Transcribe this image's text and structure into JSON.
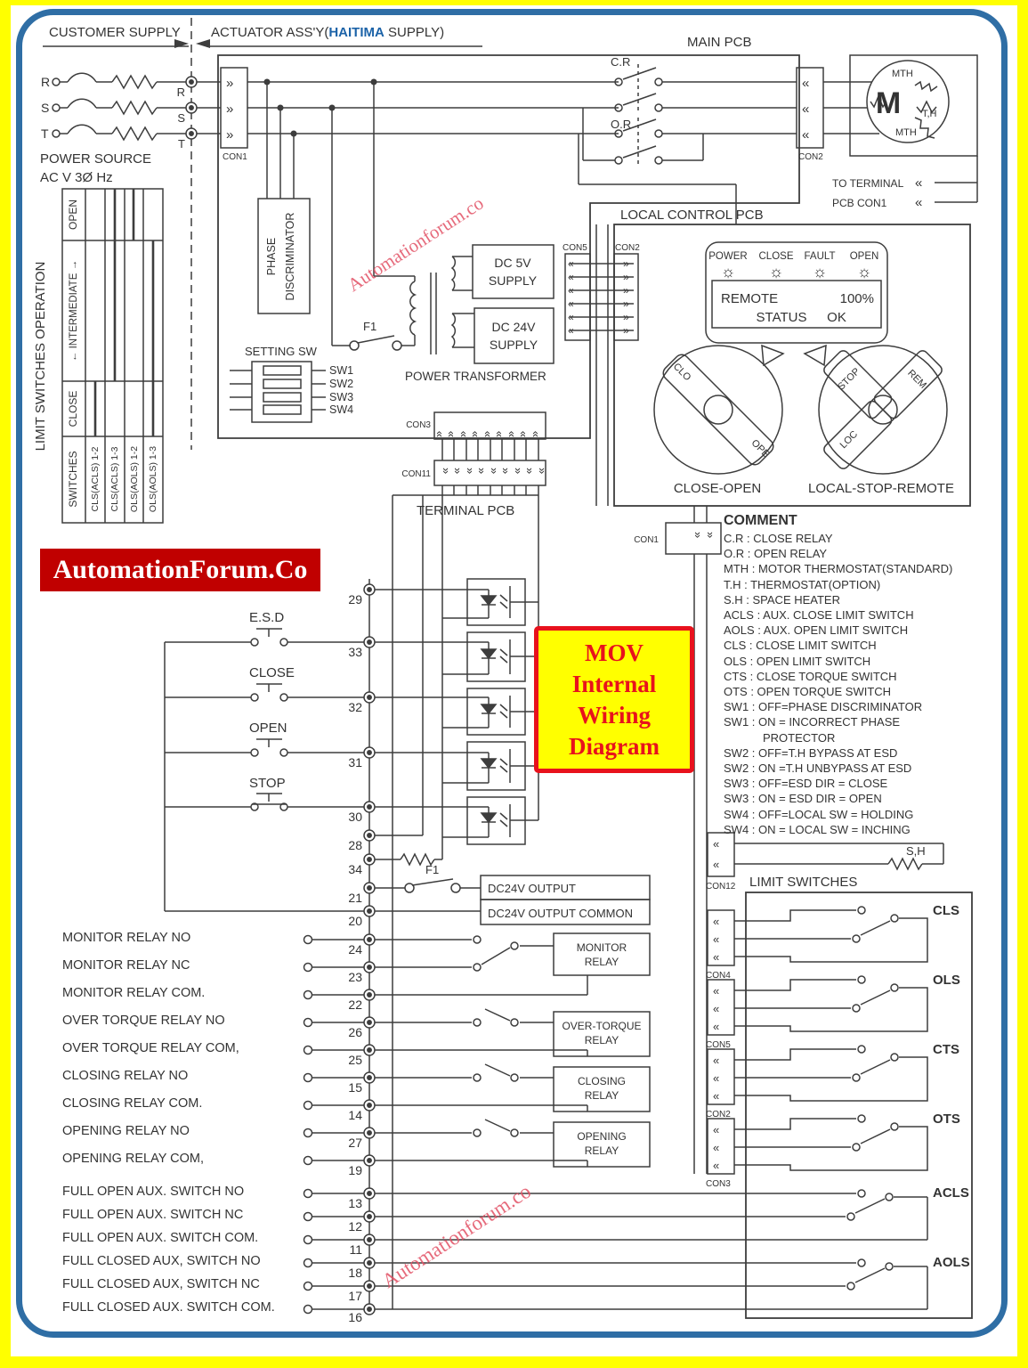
{
  "colors": {
    "frame_yellow": "#ffff00",
    "border_blue": "#2f6ea5",
    "brand_blue": "#1c63a8",
    "logo_red": "#c00000",
    "mov_red": "#e8121c",
    "watermark_pink": "#e4607a",
    "line_gray": "#3d3d3d"
  },
  "header": {
    "customer_supply": "CUSTOMER SUPPLY",
    "actuator_prefix": "ACTUATOR ASS'Y(",
    "brand": "HAITIMA",
    "actuator_suffix": " SUPPLY)"
  },
  "power_source": {
    "line1": "POWER SOURCE",
    "line2": "AC    V 3Ø  Hz"
  },
  "phases": {
    "r": "R",
    "s": "S",
    "t": "T"
  },
  "glyphs": {
    "chev_left": "«",
    "chev_right": "»",
    "led": "☼"
  },
  "main_pcb": {
    "title": "MAIN PCB",
    "con1": "CON1",
    "con2": "CON2",
    "cr": "C.R",
    "or": "O.R",
    "motor": "M",
    "mth_top": "MTH",
    "th": "T,H",
    "mth_bottom": "MTH",
    "to_terminal_1": "TO TERMINAL",
    "to_terminal_2": "PCB CON1",
    "phase_disc_1": "PHASE",
    "phase_disc_2": "DISCRIMINATOR",
    "f1": "F1",
    "setting_sw": "SETTING SW",
    "sw": [
      "SW1",
      "SW2",
      "SW3",
      "SW4"
    ],
    "dc5_1": "DC 5V",
    "dc5_2": "SUPPLY",
    "dc24_1": "DC 24V",
    "dc24_2": "SUPPLY",
    "power_transformer": "POWER TRANSFORMER",
    "con5": "CON5",
    "con3": "CON3"
  },
  "limit_table": {
    "title": "LIMIT SWITCHES OPERATION",
    "col_header": "SWITCHES",
    "state_open": "OPEN",
    "state_intermediate": "← INTERMEDIATE →",
    "state_close": "CLOSE",
    "switches": [
      "CLS(ACLS) 1-2",
      "CLS(ACLS) 1-3",
      "OLS(AOLS) 1-2",
      "OLS(AOLS) 1-3"
    ]
  },
  "local_pcb": {
    "title": "LOCAL CONTROL PCB",
    "con2": "CON2",
    "con1": "CON1",
    "leds": [
      "POWER",
      "CLOSE",
      "FAULT",
      "OPEN"
    ],
    "display": {
      "mode": "REMOTE",
      "percent": "100%",
      "status_label": "STATUS",
      "status_value": "OK"
    },
    "knob_close_open": {
      "label": "CLOSE-OPEN",
      "pos_a": "CLO",
      "pos_b": "OPE"
    },
    "knob_selector": {
      "label": "LOCAL-STOP-REMOTE",
      "pos_a": "STOP",
      "pos_b": "REM",
      "pos_c": "LOC"
    }
  },
  "terminal_pcb": {
    "title": "TERMINAL PCB",
    "con11": "CON11"
  },
  "logo": "AutomationForum.Co",
  "mov_box": [
    "MOV",
    "Internal",
    "Wiring",
    "Diagram"
  ],
  "watermark": "Automationforum.co",
  "comment": {
    "title": "COMMENT",
    "lines": [
      "C.R : CLOSE RELAY",
      "O.R : OPEN RELAY",
      "MTH : MOTOR THERMOSTAT(STANDARD)",
      "T.H : THERMOSTAT(OPTION)",
      "S.H : SPACE HEATER",
      "ACLS : AUX. CLOSE LIMIT SWITCH",
      "AOLS : AUX. OPEN LIMIT SWITCH",
      "CLS : CLOSE LIMIT SWITCH",
      "OLS : OPEN LIMIT SWITCH",
      "CTS : CLOSE TORQUE SWITCH",
      "OTS : OPEN TORQUE SWITCH",
      "SW1 : OFF=PHASE DISCRIMINATOR",
      "SW1 : ON = INCORRECT PHASE",
      "PROTECTOR",
      "SW2 : OFF=T.H BYPASS AT ESD",
      "SW2 : ON =T.H UNBYPASS AT ESD",
      "SW3 : OFF=ESD DIR = CLOSE",
      "SW3 : ON = ESD DIR = OPEN",
      "SW4 : OFF=LOCAL SW = HOLDING",
      "SW4 : ON = LOCAL SW = INCHING"
    ]
  },
  "buttons": {
    "esd": "E.S.D",
    "close": "CLOSE",
    "open": "OPEN",
    "stop": "STOP"
  },
  "terminals": [
    "29",
    "33",
    "32",
    "31",
    "30",
    "28",
    "34",
    "21",
    "20",
    "24",
    "23",
    "22",
    "26",
    "25",
    "15",
    "14",
    "27",
    "19",
    "13",
    "12",
    "11",
    "18",
    "17",
    "16"
  ],
  "dc24": {
    "f1": "F1",
    "output": "DC24V OUTPUT",
    "common": "DC24V OUTPUT COMMON"
  },
  "relay_labels": [
    "MONITOR RELAY NO",
    "MONITOR RELAY NC",
    "MONITOR RELAY COM.",
    "OVER TORQUE RELAY NO",
    "OVER TORQUE RELAY COM,",
    "CLOSING RELAY NO",
    "CLOSING RELAY COM.",
    "OPENING RELAY NO",
    "OPENING RELAY COM,"
  ],
  "aux_labels": [
    "FULL OPEN AUX. SWITCH NO",
    "FULL OPEN AUX. SWITCH NC",
    "FULL OPEN AUX. SWITCH COM.",
    "FULL CLOSED AUX, SWITCH NO",
    "FULL CLOSED AUX, SWITCH NC",
    "FULL CLOSED AUX. SWITCH COM."
  ],
  "relay_boxes": {
    "monitor_1": "MONITOR",
    "monitor_2": "RELAY",
    "overtorque_1": "OVER-TORQUE",
    "overtorque_2": "RELAY",
    "closing_1": "CLOSING",
    "closing_2": "RELAY",
    "opening_1": "OPENING",
    "opening_2": "RELAY"
  },
  "limit_switches": {
    "title": "LIMIT SWITCHES",
    "sh": "S,H",
    "con12": "CON12",
    "con4": "CON4",
    "con5": "CON5",
    "con2": "CON2",
    "con3": "CON3",
    "cls": "CLS",
    "ols": "OLS",
    "cts": "CTS",
    "ots": "OTS",
    "acls": "ACLS",
    "aols": "AOLS"
  }
}
